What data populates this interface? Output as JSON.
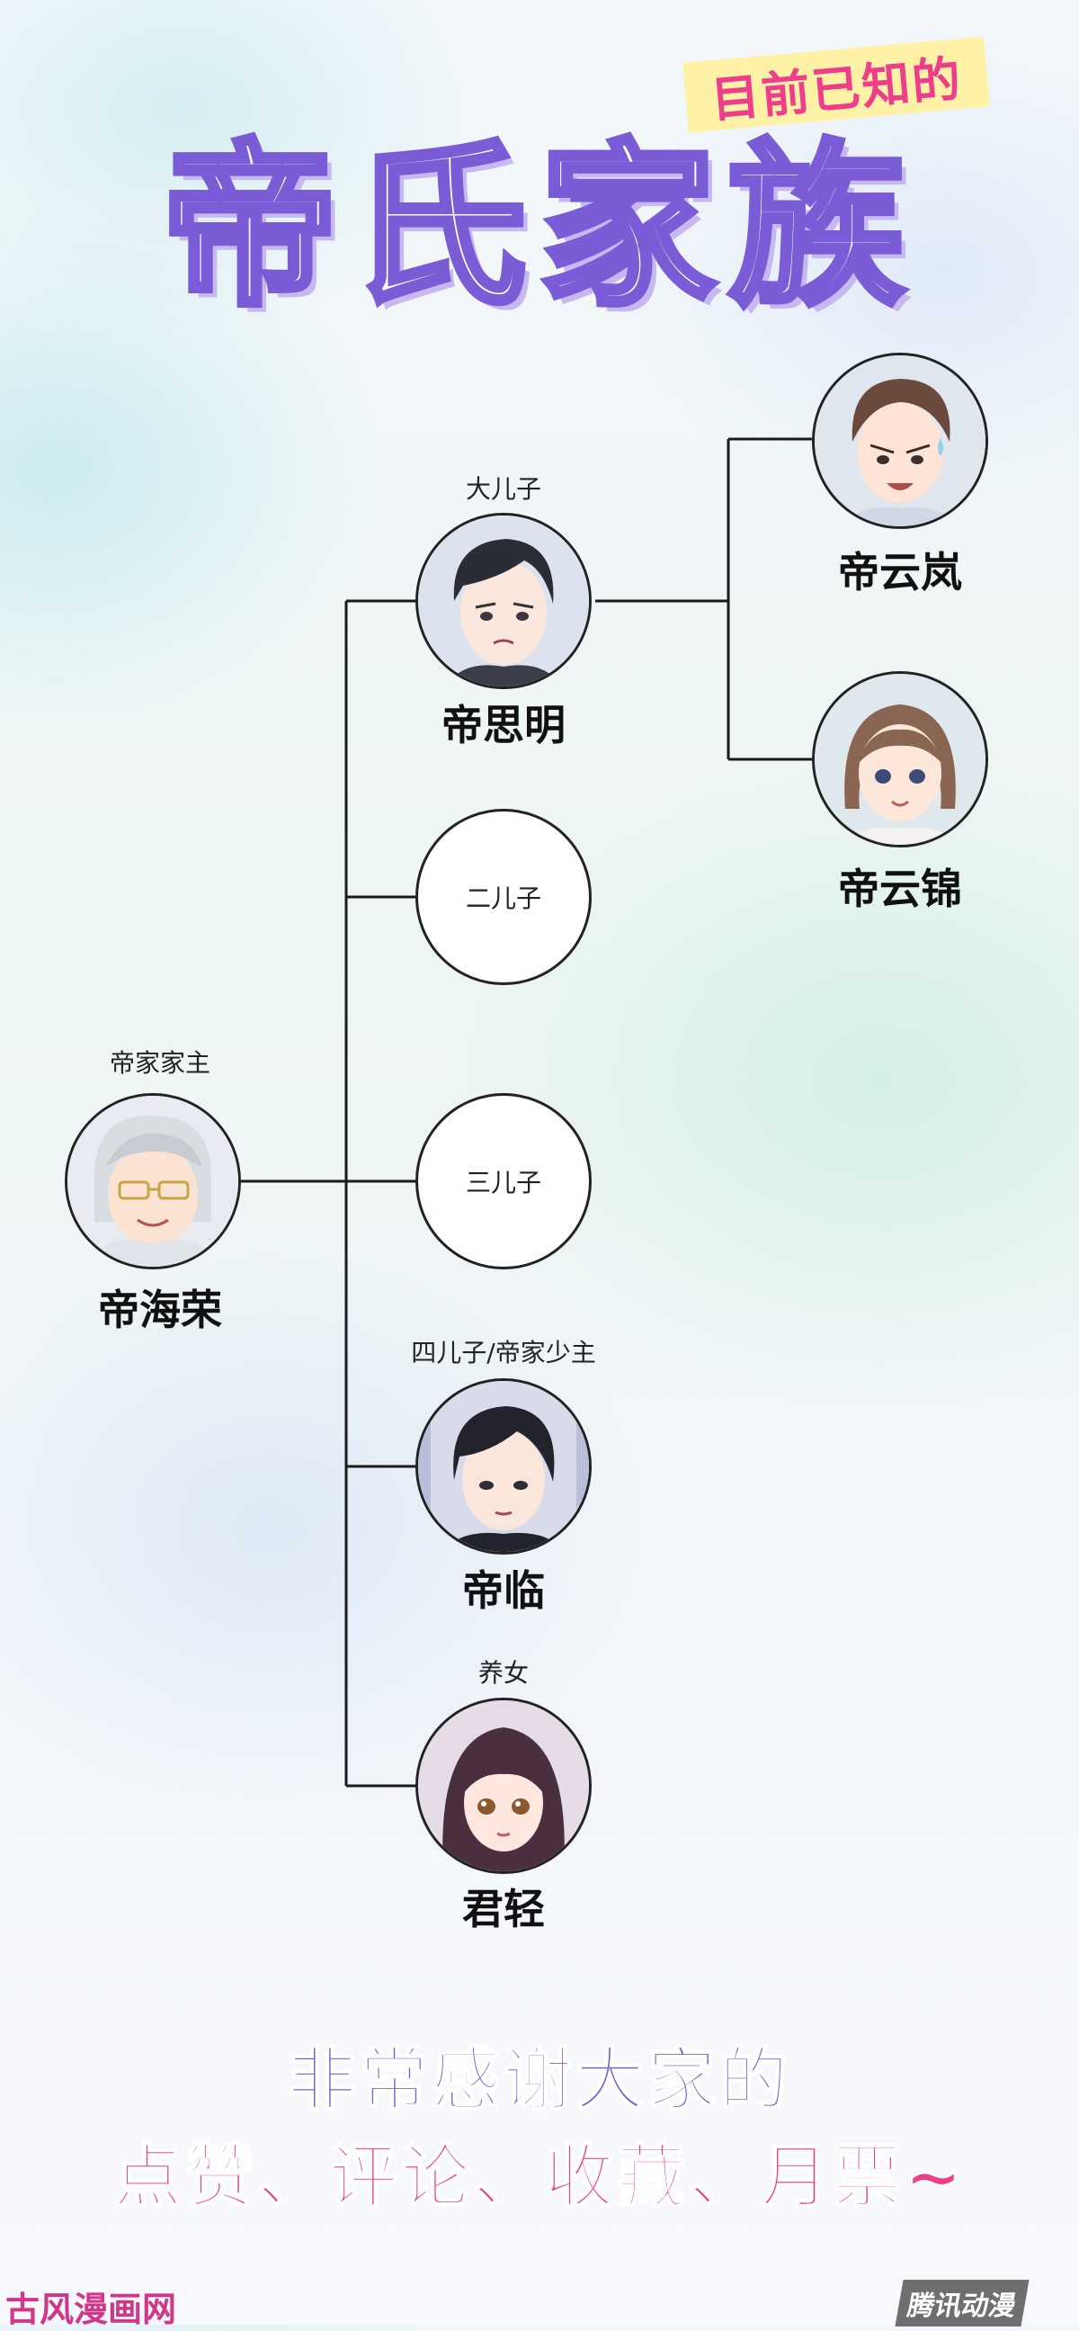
{
  "header": {
    "tag": "目前已知的",
    "title": "帝氏家族"
  },
  "tree": {
    "root": {
      "role": "帝家家主",
      "name": "帝海荣",
      "portrait": "elderly-man-with-glasses"
    },
    "children": [
      {
        "role": "大儿子",
        "name": "帝思明",
        "portrait": "man-dark-hair-frowning",
        "children": [
          {
            "name": "帝云岚",
            "portrait": "young-man-angry-sweat"
          },
          {
            "name": "帝云锦",
            "portrait": "young-woman-brown-bob"
          }
        ]
      },
      {
        "placeholder": "二儿子"
      },
      {
        "placeholder": "三儿子"
      },
      {
        "role": "四儿子/帝家少主",
        "name": "帝临",
        "portrait": "young-man-black-hair"
      },
      {
        "role": "养女",
        "name": "君轻",
        "portrait": "girl-long-dark-hair"
      }
    ]
  },
  "footer": {
    "line1": "非常感谢大家的",
    "line2": "点赞、评论、收藏、月票~"
  },
  "watermarks": {
    "left": "古风漫画网",
    "right": "腾讯动漫"
  },
  "colors": {
    "purple": "#7a5cd6",
    "pink": "#ee3d8a",
    "tag_yellow": "#fff2a6"
  }
}
